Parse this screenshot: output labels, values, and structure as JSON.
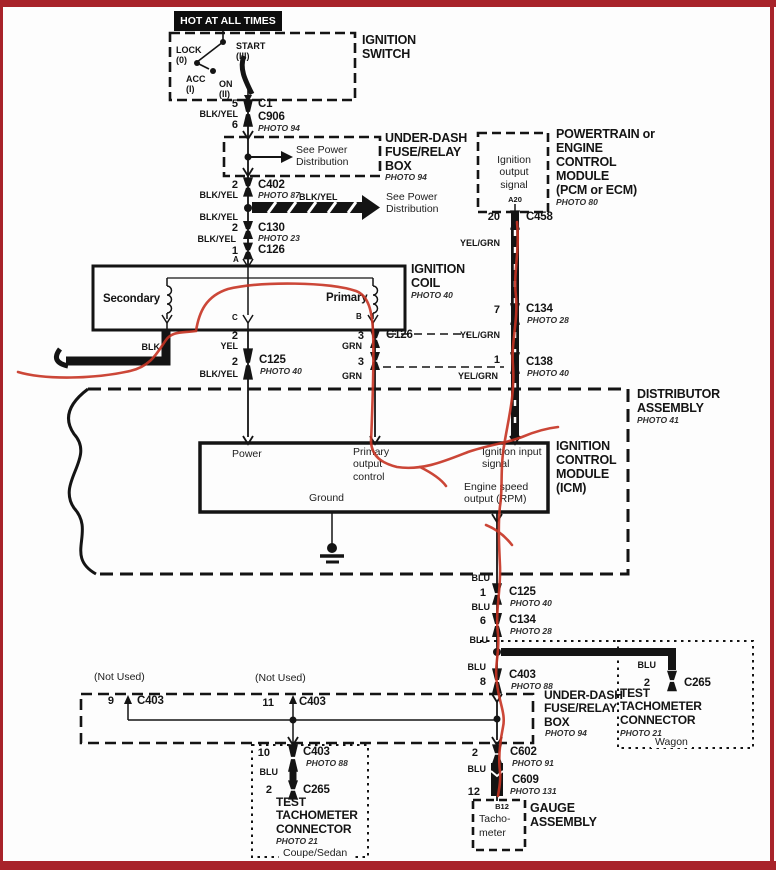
{
  "colors": {
    "frame_red": "#a8232a",
    "highlight_red": "#c63322",
    "ink": "#141414"
  },
  "labels": {
    "hot": "HOT AT ALL TIMES",
    "switch_title": "IGNITION\nSWITCH",
    "sw_lock": "LOCK\n(0)",
    "sw_start": "START\n(III)",
    "sw_acc": "ACC\n(I)",
    "sw_on": "ON\n(II)",
    "pin5": "5",
    "pin6": "6",
    "pin2": "2",
    "pin1": "1",
    "pin3": "3",
    "pin7": "7",
    "pin20": "20",
    "pin8": "8",
    "pin9": "9",
    "pin10": "10",
    "pin11": "11",
    "pin12": "12",
    "c1": "C1",
    "c906": "C906",
    "c402": "C402",
    "c130": "C130",
    "c126": "C126",
    "c125": "C125",
    "c458": "C458",
    "c134": "C134",
    "c138": "C138",
    "c403": "C403",
    "c265": "C265",
    "c602": "C602",
    "c609": "C609",
    "photo94": "PHOTO 94",
    "photo87": "PHOTO 87",
    "photo23": "PHOTO 23",
    "photo40": "PHOTO 40",
    "photo80": "PHOTO 80",
    "photo28": "PHOTO 28",
    "photo41": "PHOTO 41",
    "photo88": "PHOTO 88",
    "photo21": "PHOTO 21",
    "photo91": "PHOTO 91",
    "photo131": "PHOTO 131",
    "wire_blkyel": "BLK/YEL",
    "wire_blk": "BLK",
    "wire_yel": "YEL",
    "wire_grn": "GRN",
    "wire_yelgrn": "YEL/GRN",
    "wire_blu": "BLU",
    "fusebox_title": "UNDER-DASH\nFUSE/RELAY\nBOX",
    "see_power": "See Power\nDistribution",
    "coil_title": "IGNITION\nCOIL",
    "secondary": "Secondary",
    "primary": "Primary",
    "term_a": "A",
    "term_b": "B",
    "term_c": "C",
    "term_a20": "A20",
    "term_b12": "B12",
    "pcm_title": "POWERTRAIN or\nENGINE\nCONTROL\nMODULE\n(PCM or ECM)",
    "pcm_signal": "Ignition\noutput\nsignal",
    "dist_title": "DISTRIBUTOR\nASSEMBLY",
    "icm_title": "IGNITION\nCONTROL\nMODULE\n(ICM)",
    "icm_power": "Power",
    "icm_primary": "Primary\noutput\ncontrol",
    "icm_ignition": "Ignition input\nsignal",
    "icm_ground": "Ground",
    "icm_rpm": "Engine speed\noutput (RPM)",
    "not_used": "(Not Used)",
    "test_connector": "TEST\nTACHOMETER\nCONNECTOR",
    "wagon": "Wagon",
    "coupe_sedan": "Coupe/Sedan",
    "gauge_title": "GAUGE\nASSEMBLY",
    "tachometer": "Tacho-\nmeter"
  }
}
